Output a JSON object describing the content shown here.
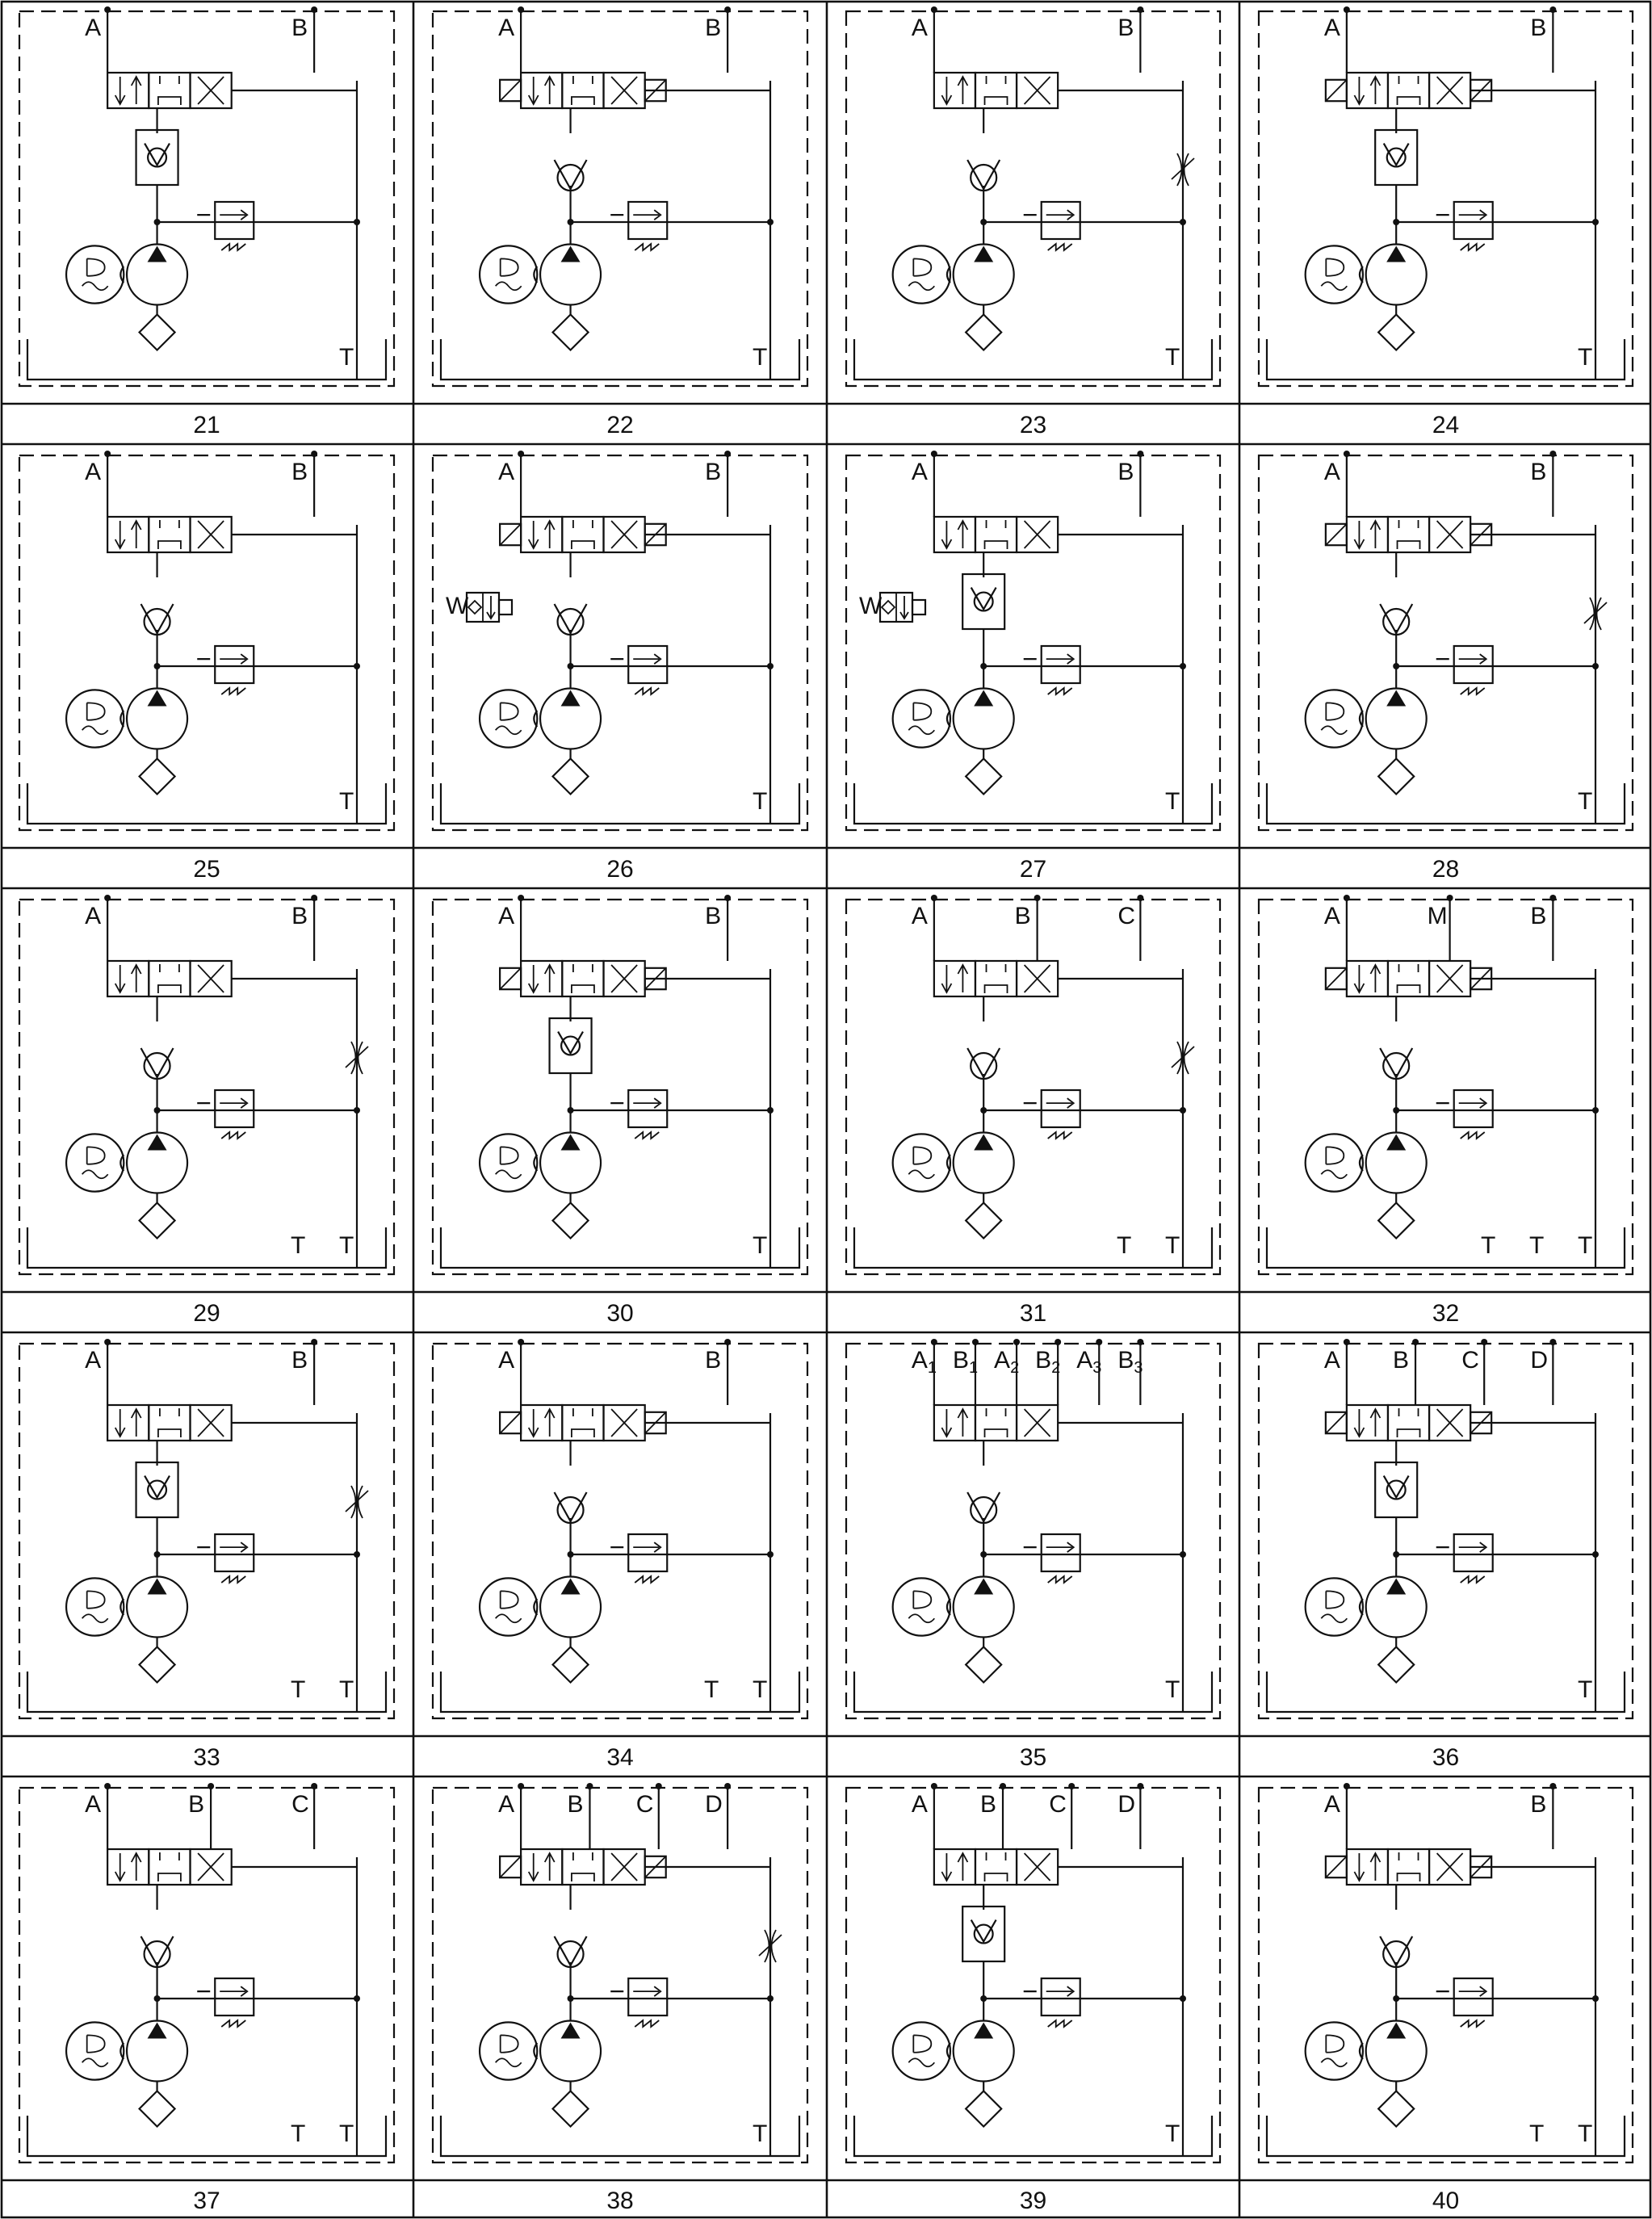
{
  "caption_numbers": [
    "21",
    "22",
    "23",
    "24",
    "25",
    "26",
    "27",
    "28",
    "29",
    "30",
    "31",
    "32",
    "33",
    "34",
    "35",
    "36",
    "37",
    "38",
    "39",
    "40"
  ],
  "circuits": [
    {
      "no": "21",
      "ports": [
        {
          "t": "A"
        },
        {
          "t": "B"
        },
        {
          "t": "T"
        }
      ],
      "variant": "lever"
    },
    {
      "no": "22",
      "ports": [
        {
          "t": "A"
        },
        {
          "t": "B"
        },
        {
          "t": "T"
        }
      ],
      "variant": "solenoid"
    },
    {
      "no": "23",
      "ports": [
        {
          "t": "A"
        },
        {
          "t": "B"
        },
        {
          "t": "T"
        }
      ],
      "variant": "throttle"
    },
    {
      "no": "24",
      "ports": [
        {
          "t": "A"
        },
        {
          "t": "B"
        },
        {
          "t": "T"
        }
      ],
      "variant": "lock"
    },
    {
      "no": "25",
      "ports": [
        {
          "t": "A"
        },
        {
          "t": "B"
        },
        {
          "t": "T"
        }
      ],
      "variant": "checks"
    },
    {
      "no": "26",
      "ports": [
        {
          "t": "A"
        },
        {
          "t": "B"
        },
        {
          "t": "T"
        },
        {
          "t": "W"
        }
      ],
      "variant": "seq"
    },
    {
      "no": "27",
      "ports": [
        {
          "t": "A"
        },
        {
          "t": "B"
        },
        {
          "t": "T"
        },
        {
          "t": "W"
        }
      ],
      "variant": "seq2"
    },
    {
      "no": "28",
      "ports": [
        {
          "t": "A"
        },
        {
          "t": "B"
        },
        {
          "t": "T"
        }
      ],
      "variant": "accum"
    },
    {
      "no": "29",
      "ports": [
        {
          "t": "A"
        },
        {
          "t": "B"
        },
        {
          "t": "T"
        },
        {
          "t": "T"
        }
      ],
      "variant": "twoway"
    },
    {
      "no": "30",
      "ports": [
        {
          "t": "A"
        },
        {
          "t": "B"
        },
        {
          "t": "T"
        }
      ],
      "variant": "twoway2"
    },
    {
      "no": "31",
      "ports": [
        {
          "t": "A"
        },
        {
          "t": "B"
        },
        {
          "t": "C"
        },
        {
          "t": "T"
        },
        {
          "t": "T"
        }
      ],
      "variant": "three"
    },
    {
      "no": "32",
      "ports": [
        {
          "t": "A"
        },
        {
          "t": "M"
        },
        {
          "t": "B"
        },
        {
          "t": "T"
        },
        {
          "t": "T"
        },
        {
          "t": "T"
        }
      ],
      "variant": "mix"
    },
    {
      "no": "33",
      "ports": [
        {
          "t": "A"
        },
        {
          "t": "B"
        },
        {
          "t": "T"
        },
        {
          "t": "T"
        }
      ],
      "variant": "mix2"
    },
    {
      "no": "34",
      "ports": [
        {
          "t": "A"
        },
        {
          "t": "B"
        },
        {
          "t": "T"
        },
        {
          "t": "T"
        }
      ],
      "variant": "mix3"
    },
    {
      "no": "35",
      "ports": [
        {
          "t": "A",
          "s": "1"
        },
        {
          "t": "B",
          "s": "1"
        },
        {
          "t": "A",
          "s": "2"
        },
        {
          "t": "B",
          "s": "2"
        },
        {
          "t": "A",
          "s": "3"
        },
        {
          "t": "B",
          "s": "3"
        },
        {
          "t": "T"
        }
      ],
      "variant": "multi"
    },
    {
      "no": "36",
      "ports": [
        {
          "t": "A"
        },
        {
          "t": "B"
        },
        {
          "t": "C"
        },
        {
          "t": "D"
        },
        {
          "t": "T"
        }
      ],
      "variant": "multi2"
    },
    {
      "no": "37",
      "ports": [
        {
          "t": "A"
        },
        {
          "t": "B"
        },
        {
          "t": "C"
        },
        {
          "t": "T"
        },
        {
          "t": "T"
        }
      ],
      "variant": "multi3"
    },
    {
      "no": "38",
      "ports": [
        {
          "t": "A"
        },
        {
          "t": "B"
        },
        {
          "t": "C"
        },
        {
          "t": "D"
        },
        {
          "t": "T"
        }
      ],
      "variant": "multi4"
    },
    {
      "no": "39",
      "ports": [
        {
          "t": "A"
        },
        {
          "t": "B"
        },
        {
          "t": "C"
        },
        {
          "t": "D"
        },
        {
          "t": "T"
        }
      ],
      "variant": "multi5"
    },
    {
      "no": "40",
      "ports": [
        {
          "t": "A"
        },
        {
          "t": "B"
        },
        {
          "t": "T"
        },
        {
          "t": "T"
        }
      ],
      "variant": "closed"
    }
  ]
}
